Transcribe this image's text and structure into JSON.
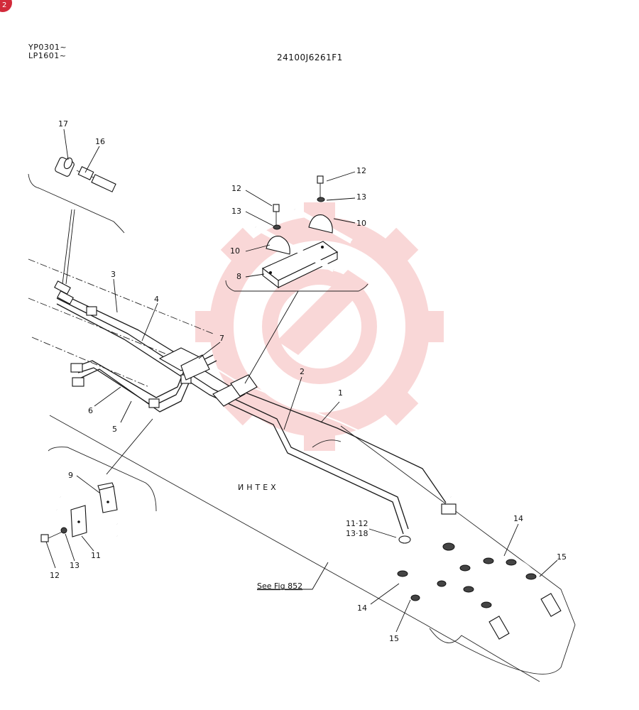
{
  "header": {
    "serial_lines": [
      "YP0301~",
      "LP1601~"
    ],
    "drawing_number": "24100J6261F1",
    "corner_badge": "2"
  },
  "watermark": {
    "text": "ИНТЕХ",
    "gear_color": "#f5b8b8",
    "text_color": "#cfcfcf"
  },
  "callouts": {
    "c1": "1",
    "c2": "2",
    "c3": "3",
    "c4": "4",
    "c5": "5",
    "c6": "6",
    "c7": "7",
    "c8": "8",
    "c9": "9",
    "c10a": "10",
    "c10b": "10",
    "c11": "11",
    "c12a": "12",
    "c12b": "12",
    "c12c": "12",
    "c13a": "13",
    "c13b": "13",
    "c13c": "13",
    "c14a": "14",
    "c14b": "14",
    "c15a": "15",
    "c15b": "15",
    "c16": "16",
    "c17": "17",
    "c_11_12": "11·12",
    "c_13_18": "13·18"
  },
  "reference": {
    "see_fig": "See Fig 852"
  }
}
